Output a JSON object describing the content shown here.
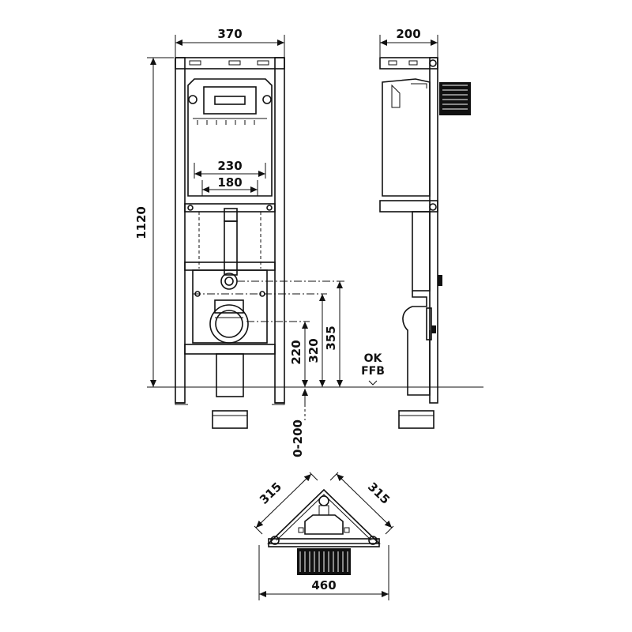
{
  "dimensions": {
    "front_width": "370",
    "side_depth": "200",
    "inner_width_outer": "230",
    "inner_width_inner": "180",
    "total_height": "1120",
    "height_220": "220",
    "height_320": "320",
    "height_355": "355",
    "adjust_range": "0-200",
    "corner_side_left": "315",
    "corner_side_right": "315",
    "corner_width": "460"
  },
  "labels": {
    "floor_line_top": "OK",
    "floor_line_bottom": "FFB"
  }
}
